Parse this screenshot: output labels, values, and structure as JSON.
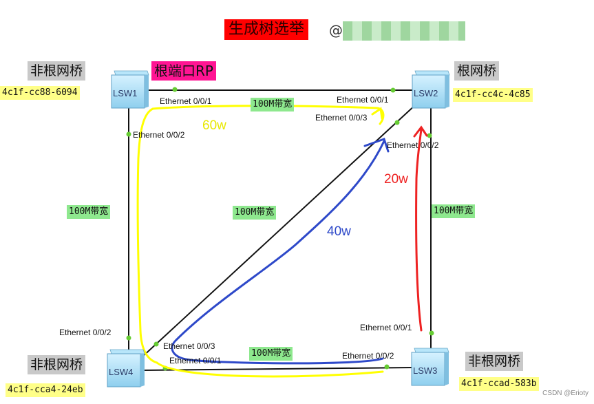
{
  "title": "生成树选举",
  "watermark_at": "@",
  "root_port_label": "根端口RP",
  "credit": "CSDN @Erioty",
  "switches": {
    "lsw1": {
      "name": "LSW1",
      "role": "非根网桥",
      "mac": "4c1f-cc88-6094"
    },
    "lsw2": {
      "name": "LSW2",
      "role": "根网桥",
      "mac": "4c1f-cc4c-4c85"
    },
    "lsw3": {
      "name": "LSW3",
      "role": "非根网桥",
      "mac": "4c1f-ccad-583b"
    },
    "lsw4": {
      "name": "LSW4",
      "role": "非根网桥",
      "mac": "4c1f-cca4-24eb"
    }
  },
  "bandwidth": {
    "top": "100M带宽",
    "left": "100M带宽",
    "diagonal": "100M带宽",
    "right": "100M带宽",
    "bottom": "100M带宽"
  },
  "ports": {
    "lsw1_e001": "Ethernet 0/0/1",
    "lsw1_e002": "Ethernet 0/0/2",
    "lsw2_e001": "Ethernet 0/0/1",
    "lsw2_e003": "Ethernet 0/0/3",
    "lsw2_e002": "Ethernet 0/0/2",
    "lsw3_e001": "Ethernet 0/0/1",
    "lsw3_e002": "Ethernet 0/0/2",
    "lsw4_e002": "Ethernet 0/0/2",
    "lsw4_e003": "Ethernet 0/0/3",
    "lsw4_e001": "Ethernet 0/0/1"
  },
  "costs": {
    "yellow": "60w",
    "blue": "40w",
    "red": "20w"
  },
  "colors": {
    "title_bg": "#ff0000",
    "rp_bg": "#ff1493",
    "mac_bg": "#ffff88",
    "bandwidth_bg": "#8ee88e",
    "role_bg": "#c9c9c9",
    "path_yellow": "#ffff00",
    "path_blue": "#2e49c9",
    "path_red": "#ee2222",
    "port_dot": "#66cc33"
  }
}
